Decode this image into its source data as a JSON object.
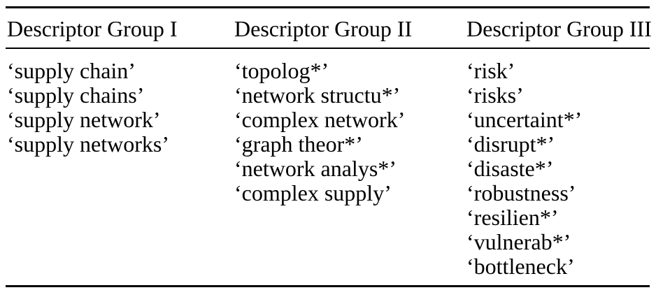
{
  "page": {
    "background_color": "#ffffff",
    "text_color": "#000000",
    "rule_color": "#000000"
  },
  "table": {
    "columns": [
      {
        "header": "Descriptor Group I",
        "terms": [
          "‘supply chain’",
          "‘supply chains’",
          "‘supply network’",
          "‘supply networks’"
        ]
      },
      {
        "header": "Descriptor Group II",
        "terms": [
          "‘topolog*’",
          "‘network structu*’",
          "‘complex network’",
          "‘graph theor*’",
          "‘network analys*’",
          "‘complex supply’"
        ]
      },
      {
        "header": "Descriptor Group III",
        "terms": [
          "‘risk’",
          "‘risks’",
          "‘uncertaint*’",
          "‘disrupt*’",
          "‘disaste*’",
          "‘robustness’",
          "‘resilien*’",
          "‘vulnerab*’",
          "‘bottleneck’"
        ]
      }
    ]
  }
}
